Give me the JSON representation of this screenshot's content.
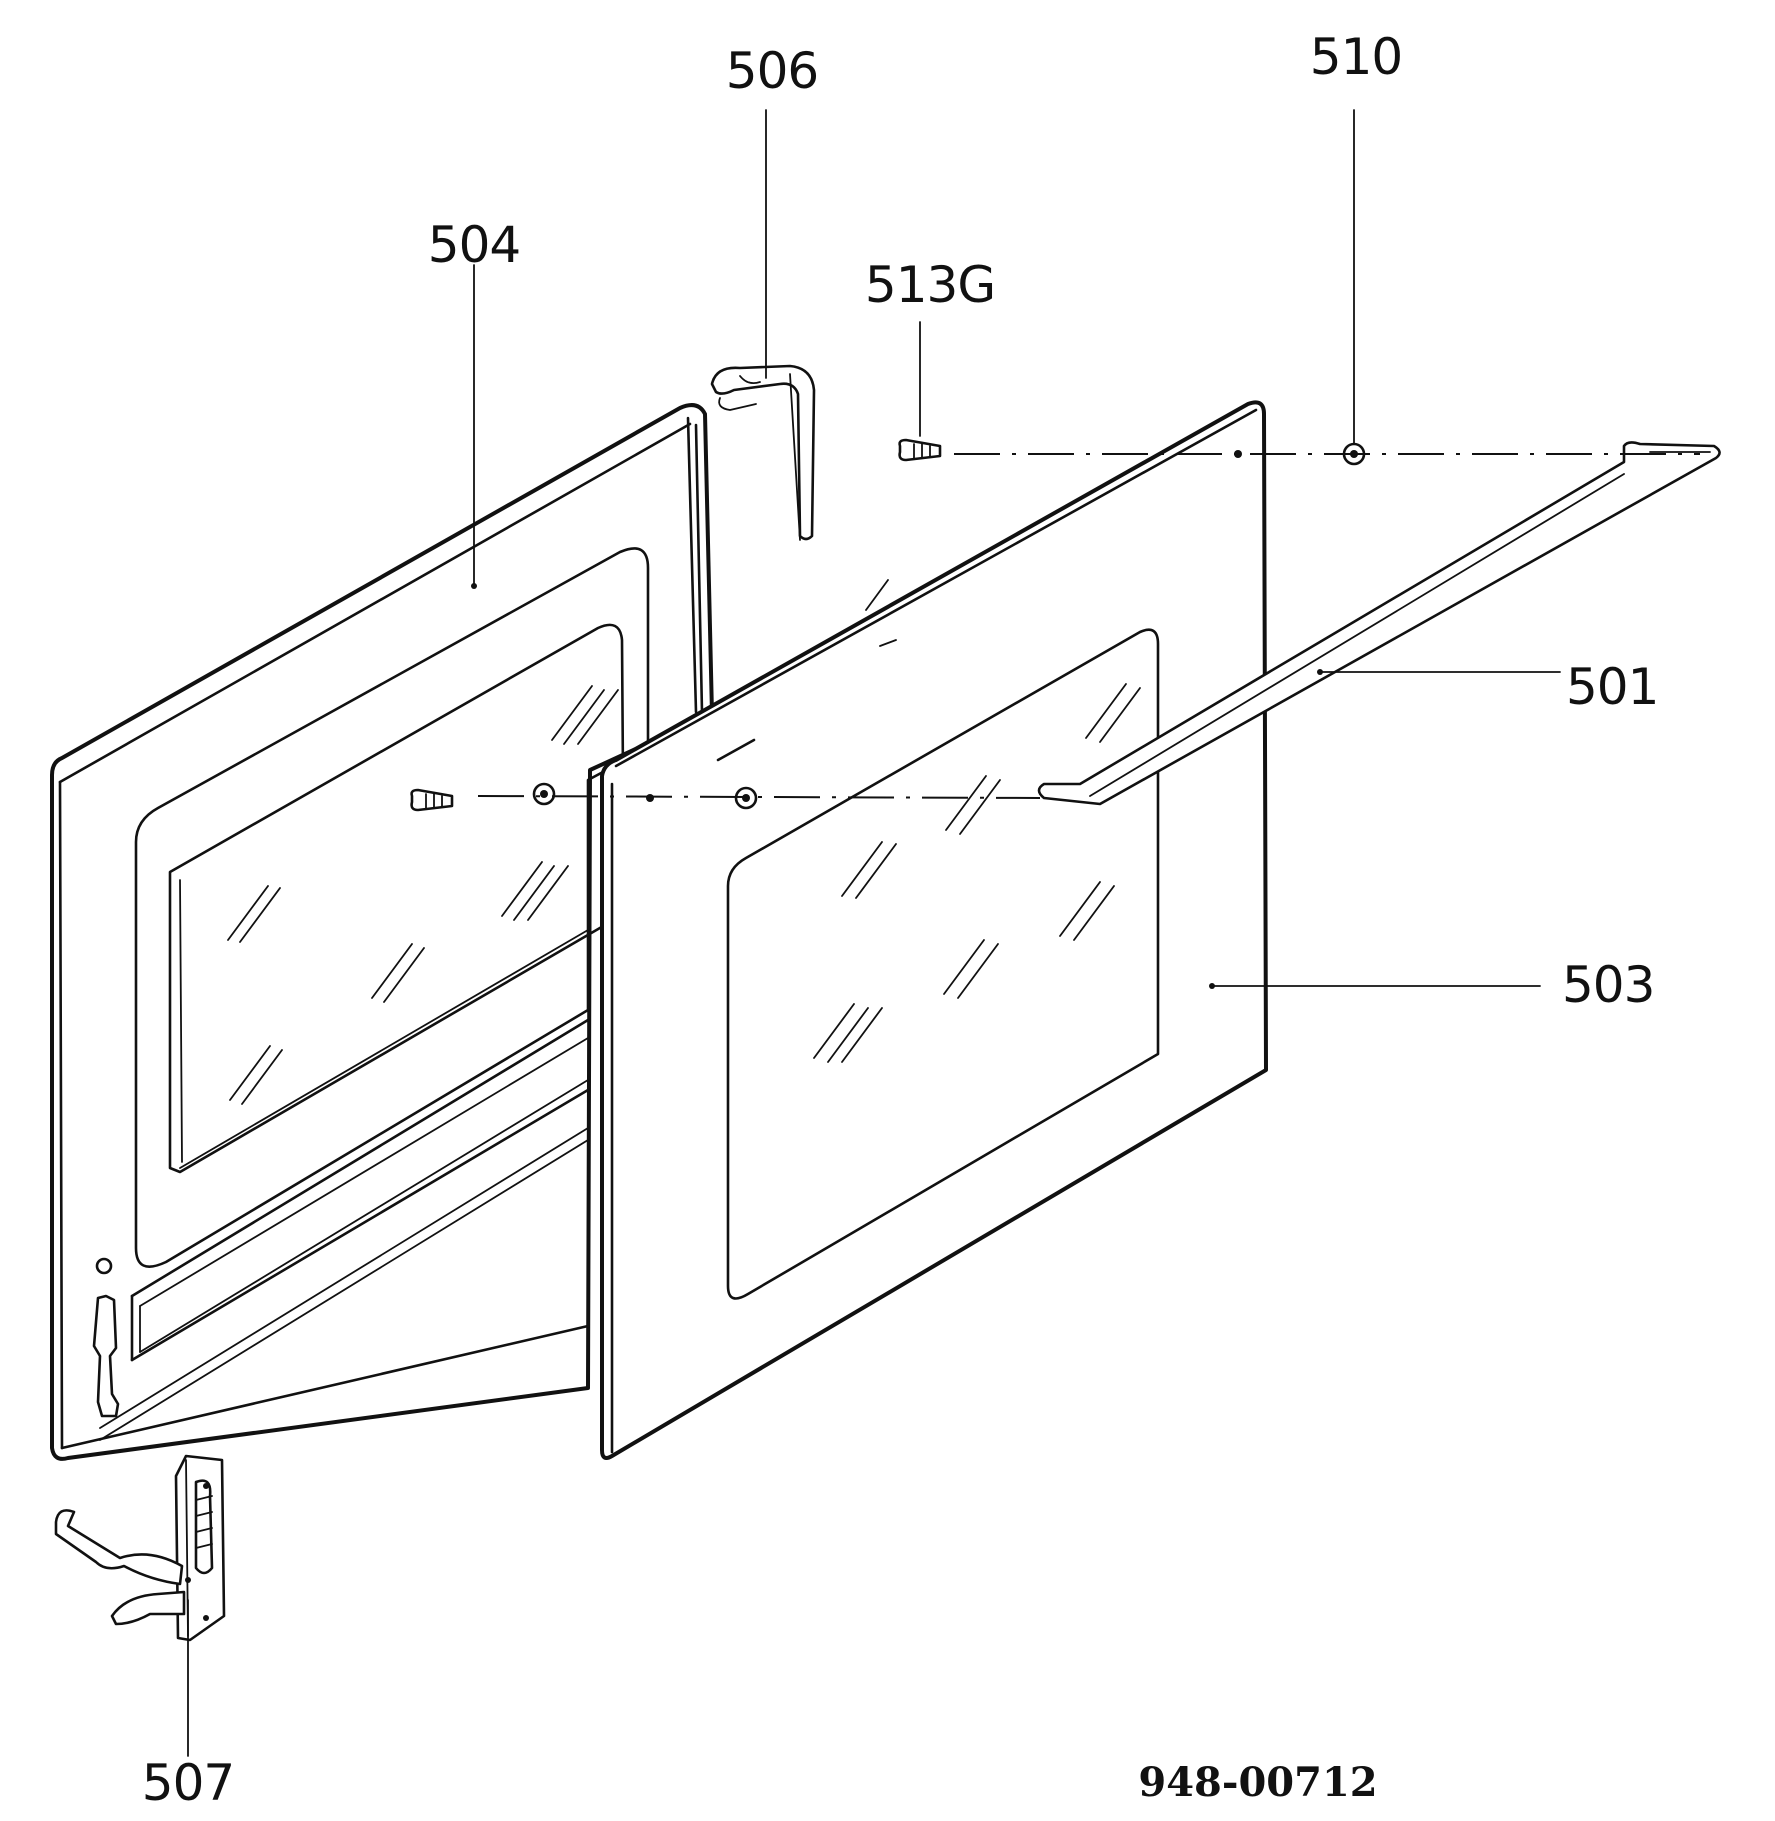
{
  "colors": {
    "ink": "#111111",
    "paper": "#ffffff"
  },
  "callouts": {
    "p501": "501",
    "p503": "503",
    "p504": "504",
    "p506": "506",
    "p507": "507",
    "p510": "510",
    "p513g": "513G"
  },
  "document_number": "948-00712"
}
